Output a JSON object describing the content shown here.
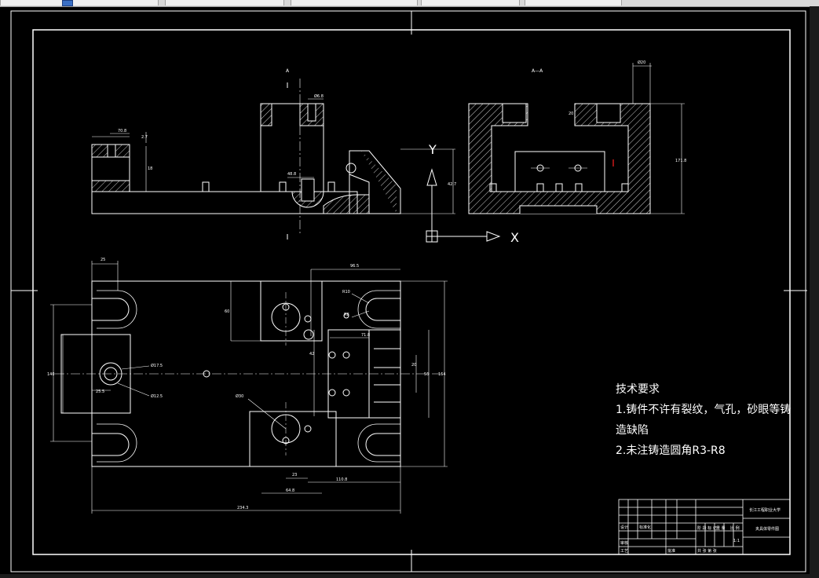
{
  "colors": {
    "background": "#000000",
    "line": "#ffffff",
    "accent_red": "#ff2020",
    "chrome": "#d8d8d8"
  },
  "views": {
    "top_section_label": "A",
    "section_view_label": "A—A"
  },
  "dimensions": {
    "d1": "25",
    "d2": "96.5",
    "d3": "R10",
    "d4": "R8",
    "d5": "71.8",
    "d6": "60",
    "d7": "20",
    "d8": "140",
    "d9": "25.5",
    "d10": "Ø17.5",
    "d11": "Ø12.5",
    "d12": "Ø30",
    "d13": "23",
    "d14": "64.8",
    "d15": "110.8",
    "d16": "234.3",
    "d17": "42",
    "d18": "56",
    "d19": "164",
    "d20": "Ø6.8",
    "d21": "48.8",
    "d22": "42.7",
    "d23": "Ø20",
    "d24": "171.8",
    "d25": "20",
    "d26": "2.7",
    "d27": "18",
    "d28": "70.8"
  },
  "axis": {
    "y_label": "Y",
    "x_label": "X"
  },
  "tech": {
    "title": "技术要求",
    "line1": "1.铸件不许有裂纹，气孔，砂眼等铸",
    "line2": "造缺陷",
    "line3": "2.未注铸造圆角R3-R8"
  },
  "titleblock": {
    "school": "长江工程职业大学",
    "drawing_name": "夹具体零件图",
    "stage": "阶 段 标 记",
    "weight": "重 量",
    "scale": "比 例",
    "scale_value": "1:1",
    "sheets": "共 张  第 张",
    "design": "设计",
    "check": "审核",
    "process": "工艺",
    "approve": "批准",
    "standard": "标准化"
  }
}
